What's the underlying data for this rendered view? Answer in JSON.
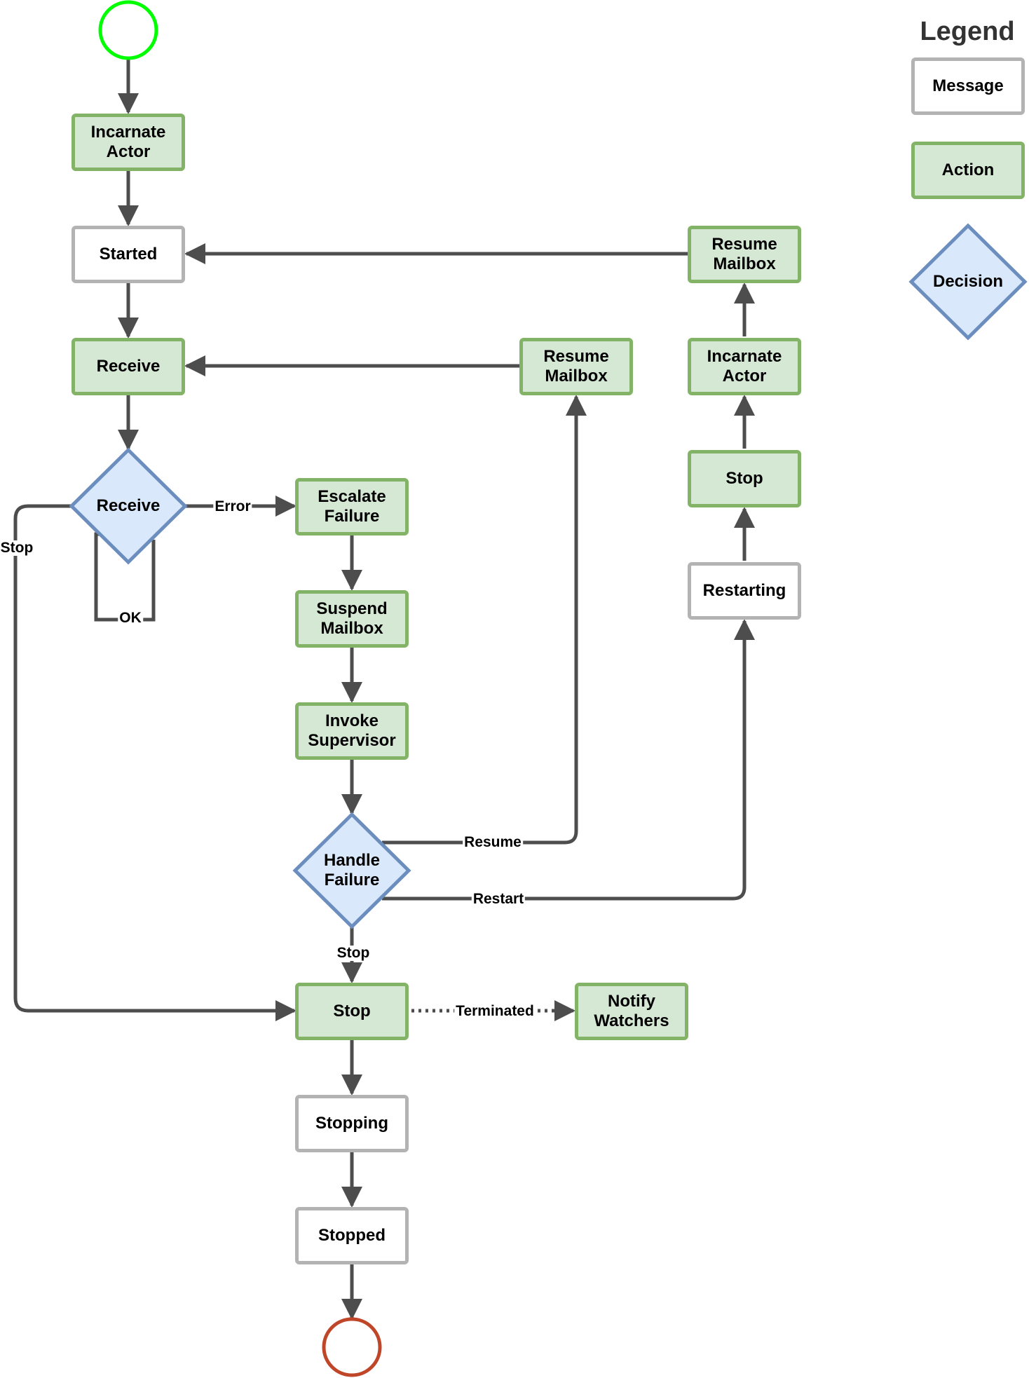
{
  "legend": {
    "title": "Legend",
    "message": "Message",
    "action": "Action",
    "decision": "Decision"
  },
  "nodes": {
    "incarnate_actor_1": "Incarnate\nActor",
    "started": "Started",
    "receive_action": "Receive",
    "receive_decision": "Receive",
    "escalate_failure": "Escalate\nFailure",
    "suspend_mailbox": "Suspend\nMailbox",
    "invoke_supervisor": "Invoke\nSupervisor",
    "handle_failure": "Handle\nFailure",
    "stop_action": "Stop",
    "notify_watchers": "Notify\nWatchers",
    "stopping": "Stopping",
    "stopped": "Stopped",
    "resume_mailbox_1": "Resume\nMailbox",
    "resume_mailbox_2": "Resume\nMailbox",
    "incarnate_actor_2": "Incarnate\nActor",
    "stop_restart": "Stop",
    "restarting": "Restarting"
  },
  "edges": {
    "error": "Error",
    "ok": "OK",
    "stop_left": "Stop",
    "resume": "Resume",
    "restart": "Restart",
    "stop_down": "Stop",
    "terminated": "Terminated"
  },
  "colors": {
    "message_fill": "#ffffff",
    "message_stroke": "#b3b3b3",
    "action_fill": "#d5e8d4",
    "action_stroke": "#82b366",
    "decision_fill": "#dae8fc",
    "decision_stroke": "#6c8ebf",
    "start": "#00ff00",
    "end": "#c0462a",
    "edge": "#4d4d4d"
  }
}
